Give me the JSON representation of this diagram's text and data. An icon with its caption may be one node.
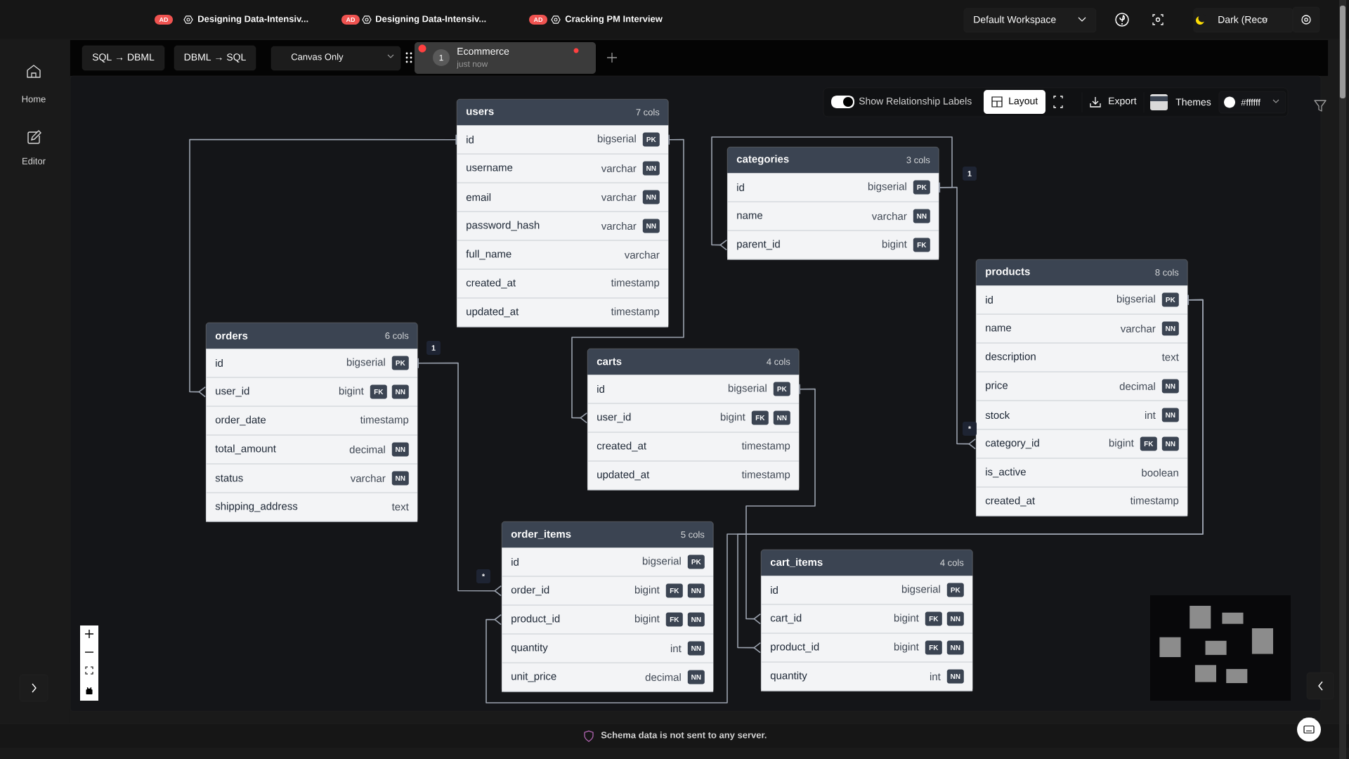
{
  "diagram": {
    "nodes": [
      {
        "text": [
          "users",
          "7 cols"
        ]
      },
      {
        "text": [
          "id",
          "bigserial",
          "PK"
        ],
        "in": 0
      },
      {
        "text": [
          "username",
          "varchar",
          "NN"
        ],
        "in": 0
      },
      {
        "text": [
          "email",
          "varchar",
          "NN"
        ],
        "in": 0
      },
      {
        "text": [
          "password_hash",
          "varchar",
          "NN"
        ],
        "in": 0
      },
      {
        "text": [
          "full_name",
          "varchar"
        ],
        "in": 0
      },
      {
        "text": [
          "created_at",
          "timestamp"
        ],
        "in": 0
      },
      {
        "text": [
          "updated_at",
          "timestamp"
        ],
        "in": 0
      },
      {
        "text": [
          "categories",
          "3 cols"
        ]
      },
      {
        "text": [
          "id",
          "bigserial",
          "PK"
        ],
        "in": 8
      },
      {
        "text": [
          "name",
          "varchar",
          "NN"
        ],
        "in": 8
      },
      {
        "text": [
          "parent_id",
          "bigint",
          "FK"
        ],
        "in": 8
      },
      {
        "text": [
          "products",
          "8 cols"
        ]
      },
      {
        "text": [
          "id",
          "bigserial",
          "PK"
        ],
        "in": 12
      },
      {
        "text": [
          "name",
          "varchar",
          "NN"
        ],
        "in": 12
      },
      {
        "text": [
          "description",
          "text"
        ],
        "in": 12
      },
      {
        "text": [
          "price",
          "decimal",
          "NN"
        ],
        "in": 12
      },
      {
        "text": [
          "stock",
          "int",
          "NN"
        ],
        "in": 12
      },
      {
        "text": [
          "category_id",
          "bigint",
          "FK",
          "NN"
        ],
        "in": 12
      },
      {
        "text": [
          "is_active",
          "boolean"
        ],
        "in": 12
      },
      {
        "text": [
          "created_at",
          "timestamp"
        ],
        "in": 12
      },
      {
        "text": [
          "orders",
          "6 cols"
        ]
      },
      {
        "text": [
          "id",
          "bigserial",
          "PK"
        ],
        "in": 21
      },
      {
        "text": [
          "user_id",
          "bigint",
          "FK",
          "NN"
        ],
        "in": 21
      },
      {
        "text": [
          "order_date",
          "timestamp"
        ],
        "in": 21
      },
      {
        "text": [
          "total_amount",
          "decimal",
          "NN"
        ],
        "in": 21
      },
      {
        "text": [
          "status",
          "varchar",
          "NN"
        ],
        "in": 21
      },
      {
        "text": [
          "shipping_address",
          "text"
        ],
        "in": 21
      },
      {
        "text": [
          "carts",
          "4 cols"
        ]
      },
      {
        "text": [
          "id",
          "bigserial",
          "PK"
        ],
        "in": 28
      },
      {
        "text": [
          "user_id",
          "bigint",
          "FK",
          "NN"
        ],
        "in": 28
      },
      {
        "text": [
          "created_at",
          "timestamp"
        ],
        "in": 28
      },
      {
        "text": [
          "updated_at",
          "timestamp"
        ],
        "in": 28
      },
      {
        "text": [
          "order_items",
          "5 cols"
        ]
      },
      {
        "text": [
          "id",
          "bigserial",
          "PK"
        ],
        "in": 33
      },
      {
        "text": [
          "order_id",
          "bigint",
          "FK",
          "NN"
        ],
        "in": 33
      },
      {
        "text": [
          "product_id",
          "bigint",
          "FK",
          "NN"
        ],
        "in": 33
      },
      {
        "text": [
          "quantity",
          "int",
          "NN"
        ],
        "in": 33
      },
      {
        "text": [
          "unit_price",
          "decimal",
          "NN"
        ],
        "in": 33
      },
      {
        "text": [
          "cart_items",
          "4 cols"
        ]
      },
      {
        "text": [
          "id",
          "bigserial",
          "PK"
        ],
        "in": 39
      },
      {
        "text": [
          "cart_id",
          "bigint",
          "FK",
          "NN"
        ],
        "in": 39
      },
      {
        "text": [
          "product_id",
          "bigint",
          "FK",
          "NN"
        ],
        "in": 39
      },
      {
        "text": [
          "quantity",
          "int",
          "NN"
        ],
        "in": 39
      }
    ],
    "edges": [
      {
        "from": 1,
        "to": 23,
        "arrow": "other"
      },
      {
        "from": 1,
        "to": 30,
        "arrow": "other"
      },
      {
        "from": 22,
        "to": 35,
        "arrow": "other"
      },
      {
        "from": 9,
        "to": 11,
        "arrow": "other"
      },
      {
        "from": 9,
        "to": 18,
        "arrow": "other"
      },
      {
        "from": 13,
        "to": 36,
        "arrow": "other"
      },
      {
        "from": 13,
        "to": 42,
        "arrow": "other"
      },
      {
        "from": 29,
        "to": 41,
        "arrow": "other"
      }
    ],
    "labels": [
      "AD",
      "Designing Data-Intensiv...",
      "AD",
      "Designing Data-Intensiv...",
      "AD",
      "Cracking PM Interview",
      "Default Workspace",
      "Dark (Reco",
      "SQL → DBML",
      "DBML → SQL",
      "Canvas Only",
      "1",
      "Ecommerce",
      "just now",
      "Home",
      "Editor",
      "Show Relationship Labels",
      "Layout",
      "Export",
      "Themes",
      "#ffffff",
      "1",
      "1",
      "*",
      "*",
      "Schema data is not sent to any server."
    ]
  }
}
